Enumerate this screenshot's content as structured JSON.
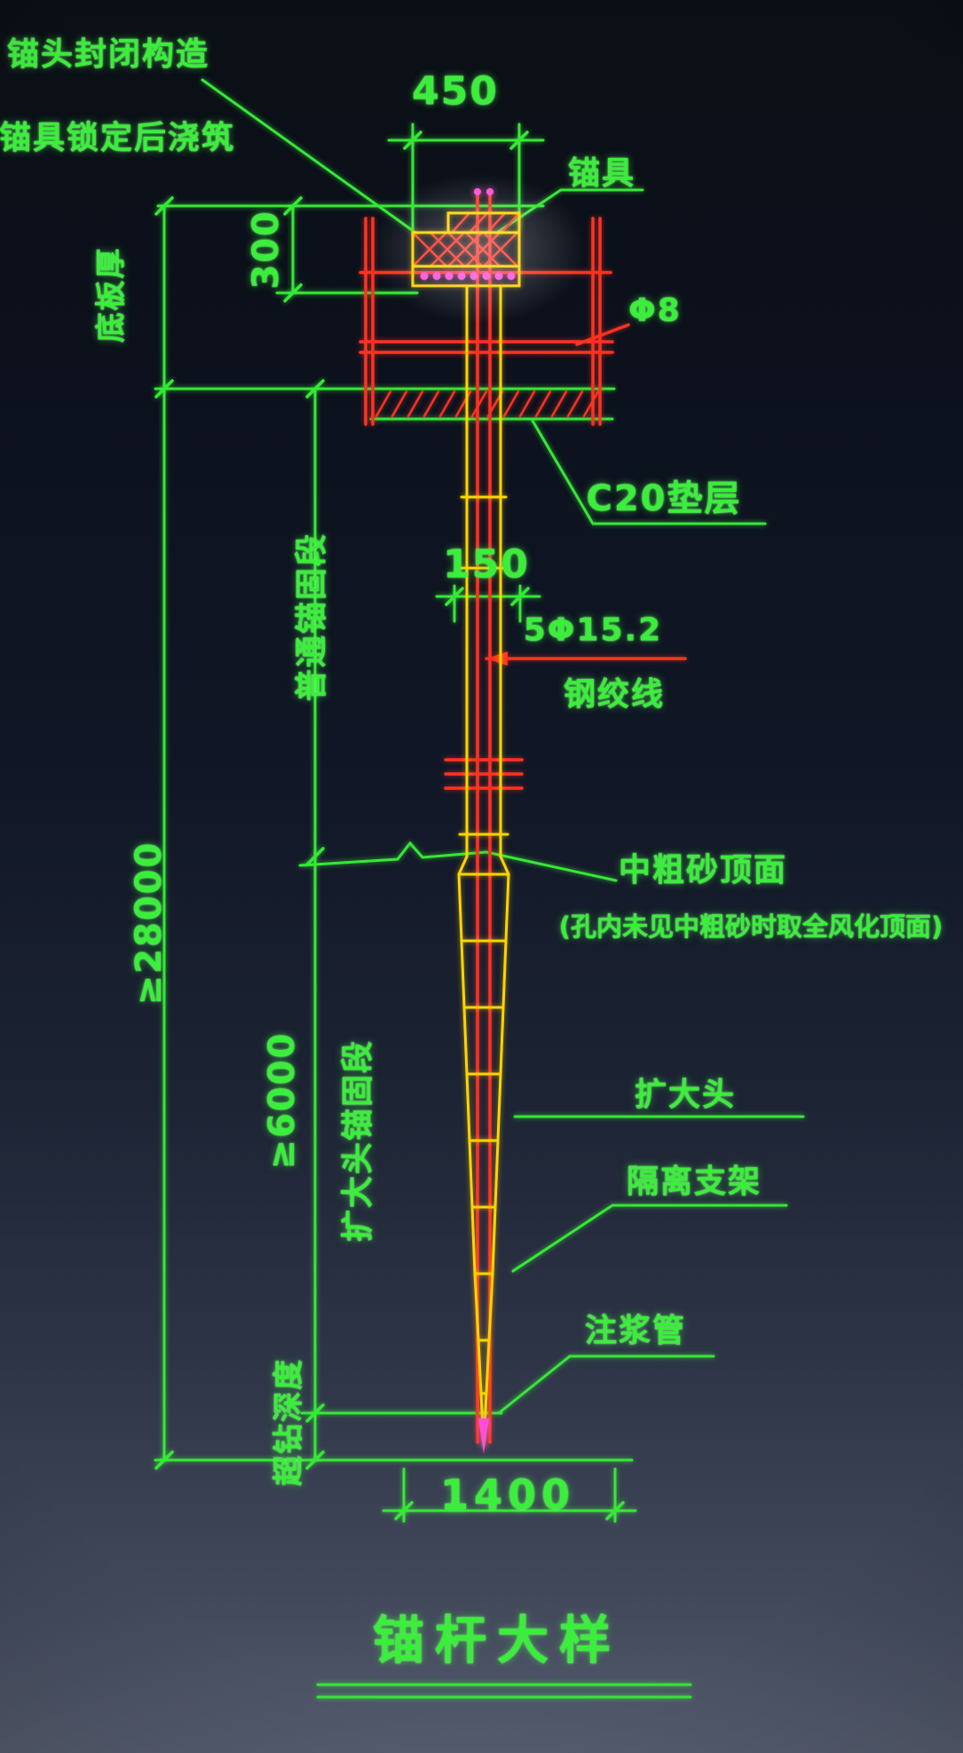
{
  "meta": {
    "drawing_title": "锚杆大样"
  },
  "colors": {
    "background": "#101522",
    "green": "#35e835",
    "red": "#ff3222",
    "yellow": "#ffd400",
    "magenta": "#ff4fd8"
  },
  "labels": {
    "anchor_head_closure": "锚头封闭构造",
    "cast_after_lock": "锚具锁定后浇筑",
    "anchor_device": "锚具",
    "slab_thickness": "底板厚",
    "phi8": "Φ8",
    "c20_cushion": "C20垫层",
    "strand_spec": "5Φ15.2",
    "steel_strand": "钢绞线",
    "ordinary_anchorage": "普通锚固段",
    "sand_top_surface": "中粗砂顶面",
    "sand_note": "(孔内未见中粗砂时取全风化顶面)",
    "enlarged_anchorage": "扩大头锚固段",
    "enlarged_head": "扩大头",
    "isolation_bracket": "隔离支架",
    "grouting_pipe": "注浆管",
    "overdrill_depth": "超钻深度",
    "drawing_title": "锚杆大样"
  },
  "dimensions": {
    "top_width": "450",
    "head_height": "300",
    "hole_diameter": "150",
    "total_length": "≥28000",
    "enlarged_length": "≥6000",
    "bottom_width": "1400"
  }
}
